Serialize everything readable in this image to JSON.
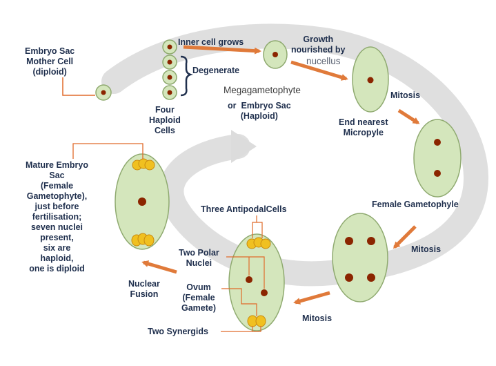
{
  "diagram": {
    "labels": {
      "mother_cell": "Embryo Sac\nMother Cell\n(diploid)",
      "inner_cell_grows": "Inner cell grows",
      "degenerate": "Degenerate",
      "four_haploid_cells": "Four\nHaploid\nCells",
      "growth_nourished_by": "Growth\nnourished by",
      "nucellus": "nucellus",
      "megagametophyte": "Megagametophyte",
      "embryo_sac_haploid": "or  Embryo Sac\n(Haploid)",
      "mitosis_1": "Mitosis",
      "end_nearest_micropyle": "End nearest\nMicropyle",
      "female_gametophyle": "Female Gametophyle",
      "mitosis_2": "Mitosis",
      "mitosis_3": "Mitosis",
      "three_antipodal_cells": "Three AntipodalCells",
      "two_polar_nuclei": "Two Polar\nNuclei",
      "ovum_female_gamete": "Ovum\n(Female\nGamete)",
      "two_synergids": "Two Synergids",
      "nuclear_fusion": "Nuclear\nFusion",
      "mature_embryo_sac": "Mature Embryo\nSac\n(Female\nGametophyte),\njust before\nfertilisation;\nseven nuclei\npresent,\nsix are\nhaploid,\none is diploid"
    },
    "colors": {
      "cell_fill": "#d4e6bc",
      "cell_stroke": "#8faa70",
      "nucleus": "#8b2500",
      "arrow": "#e07a3a",
      "leader_line": "#e06a2a",
      "cycle_band": "#dcdcdc",
      "antipodal_fill": "#f0c020",
      "label_text": "#1f2f4d"
    }
  }
}
